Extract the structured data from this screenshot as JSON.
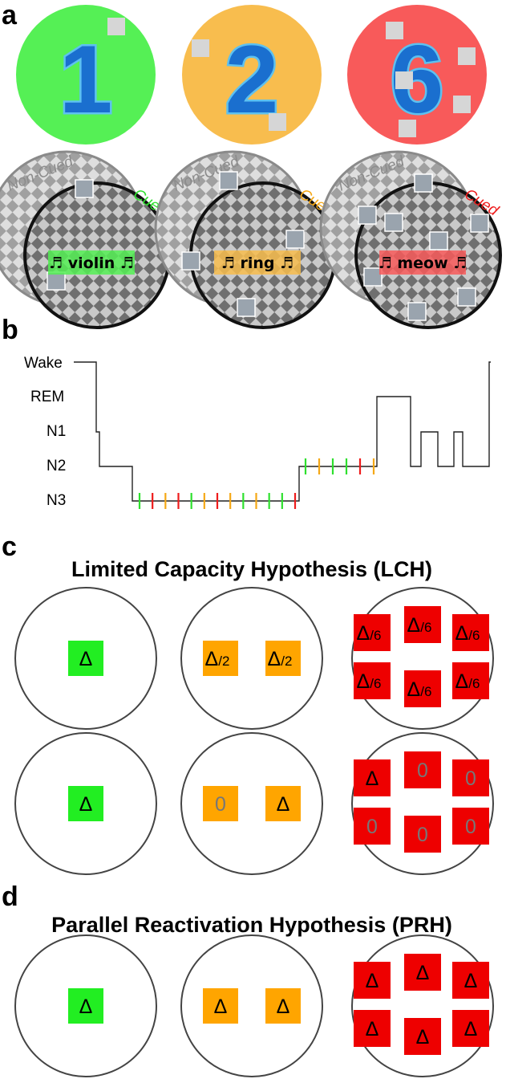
{
  "panel_a": {
    "letter": "a",
    "groups": [
      {
        "number": "1",
        "color": "#55f055",
        "cue_color": "#2ee02e",
        "non_cued": "Non-Cued",
        "cued": "Cued",
        "cue_label": "♬ violin ♬"
      },
      {
        "number": "2",
        "color": "#f8bd4e",
        "cue_color": "#f5a816",
        "non_cued": "Non-Cued",
        "cued": "Cued",
        "cue_label": "♬   ring   ♬"
      },
      {
        "number": "6",
        "color": "#f85a5a",
        "cue_color": "#ee1c1c",
        "non_cued": "Non-Cued",
        "cued": "Cued",
        "cue_label": "♬ meow ♬"
      }
    ],
    "number_fill": "#1a6fcf",
    "number_stroke": "#5dc1f0"
  },
  "panel_b": {
    "letter": "b",
    "stages": [
      "Wake",
      "REM",
      "N1",
      "N2",
      "N3"
    ],
    "cue_colors": [
      "#2ee02e",
      "#ee1c1c",
      "#f5a816"
    ],
    "n3_cues": [
      "#2ee02e",
      "#ee1c1c",
      "#f5a816",
      "#ee1c1c",
      "#2ee02e",
      "#f5a816",
      "#ee1c1c",
      "#f5a816",
      "#2ee02e",
      "#f5a816",
      "#2ee02e",
      "#2ee02e",
      "#ee1c1c"
    ],
    "n2_cues": [
      "#2ee02e",
      "#f5a816",
      "#2ee02e",
      "#2ee02e",
      "#ee1c1c",
      "#f5a816"
    ]
  },
  "panel_c": {
    "letter": "c",
    "title": "Limited Capacity Hypothesis (LCH)",
    "row1": {
      "one": [
        "Δ"
      ],
      "two": [
        "Δ/2",
        "Δ/2"
      ],
      "six": [
        "Δ/6",
        "Δ/6",
        "Δ/6",
        "Δ/6",
        "Δ/6",
        "Δ/6"
      ]
    },
    "row2": {
      "one": [
        "Δ"
      ],
      "two": [
        "0",
        "Δ"
      ],
      "six": [
        "Δ",
        "0",
        "0",
        "0",
        "0",
        "0"
      ]
    }
  },
  "panel_d": {
    "letter": "d",
    "title": "Parallel Reactivation Hypothesis (PRH)",
    "row": {
      "one": [
        "Δ"
      ],
      "two": [
        "Δ",
        "Δ"
      ],
      "six": [
        "Δ",
        "Δ",
        "Δ",
        "Δ",
        "Δ",
        "Δ"
      ]
    }
  },
  "colors": {
    "green": "#22ee22",
    "orange": "#ffa500",
    "red": "#ee0000",
    "circle_stroke": "#444444"
  }
}
